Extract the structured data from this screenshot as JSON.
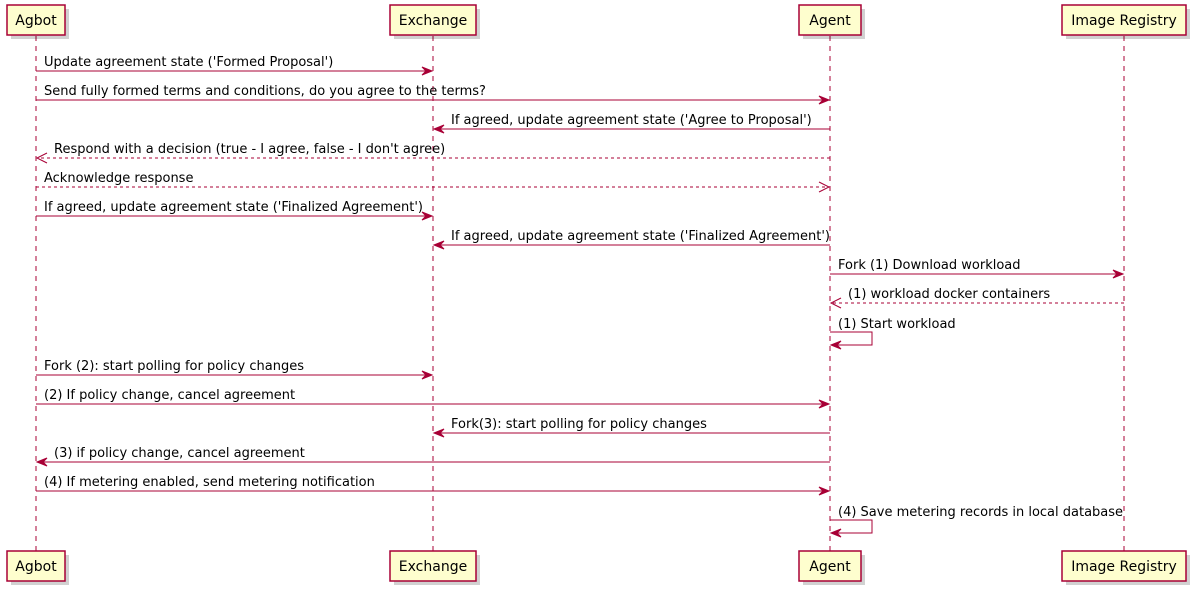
{
  "participants": [
    {
      "id": "agbot",
      "label": "Agbot"
    },
    {
      "id": "exchange",
      "label": "Exchange"
    },
    {
      "id": "agent",
      "label": "Agent"
    },
    {
      "id": "registry",
      "label": "Image Registry"
    }
  ],
  "messages": [
    {
      "from": "agbot",
      "to": "exchange",
      "label": "Update agreement state ('Formed Proposal')",
      "style": "solid"
    },
    {
      "from": "agbot",
      "to": "agent",
      "label": "Send fully formed terms and conditions, do you agree to the terms?",
      "style": "solid"
    },
    {
      "from": "agent",
      "to": "exchange",
      "label": "If agreed, update agreement state ('Agree to Proposal')",
      "style": "solid"
    },
    {
      "from": "agent",
      "to": "agbot",
      "label": "Respond with a decision (true - I agree, false - I don't agree)",
      "style": "dashed"
    },
    {
      "from": "agbot",
      "to": "agent",
      "label": "Acknowledge response",
      "style": "dashed"
    },
    {
      "from": "agbot",
      "to": "exchange",
      "label": "If agreed, update agreement state ('Finalized Agreement')",
      "style": "solid"
    },
    {
      "from": "agent",
      "to": "exchange",
      "label": "If agreed, update agreement state ('Finalized Agreement')",
      "style": "solid"
    },
    {
      "from": "agent",
      "to": "registry",
      "label": "Fork (1) Download workload",
      "style": "solid"
    },
    {
      "from": "registry",
      "to": "agent",
      "label": "(1) workload docker containers",
      "style": "dashed"
    },
    {
      "from": "agent",
      "to": "agent",
      "label": "(1) Start workload",
      "style": "self"
    },
    {
      "from": "agbot",
      "to": "exchange",
      "label": "Fork (2): start polling for policy changes",
      "style": "solid"
    },
    {
      "from": "agbot",
      "to": "agent",
      "label": "(2) If policy change, cancel agreement",
      "style": "solid"
    },
    {
      "from": "agent",
      "to": "exchange",
      "label": "Fork(3): start polling for policy changes",
      "style": "solid"
    },
    {
      "from": "agent",
      "to": "agbot",
      "label": "(3) if policy change, cancel agreement",
      "style": "solid"
    },
    {
      "from": "agbot",
      "to": "agent",
      "label": "(4) If metering enabled, send metering notification",
      "style": "solid"
    },
    {
      "from": "agent",
      "to": "agent",
      "label": "(4) Save metering records in local database",
      "style": "self"
    }
  ],
  "colors": {
    "stroke": "#A80036",
    "participant_fill": "#FEFECE",
    "text": "#000000"
  }
}
